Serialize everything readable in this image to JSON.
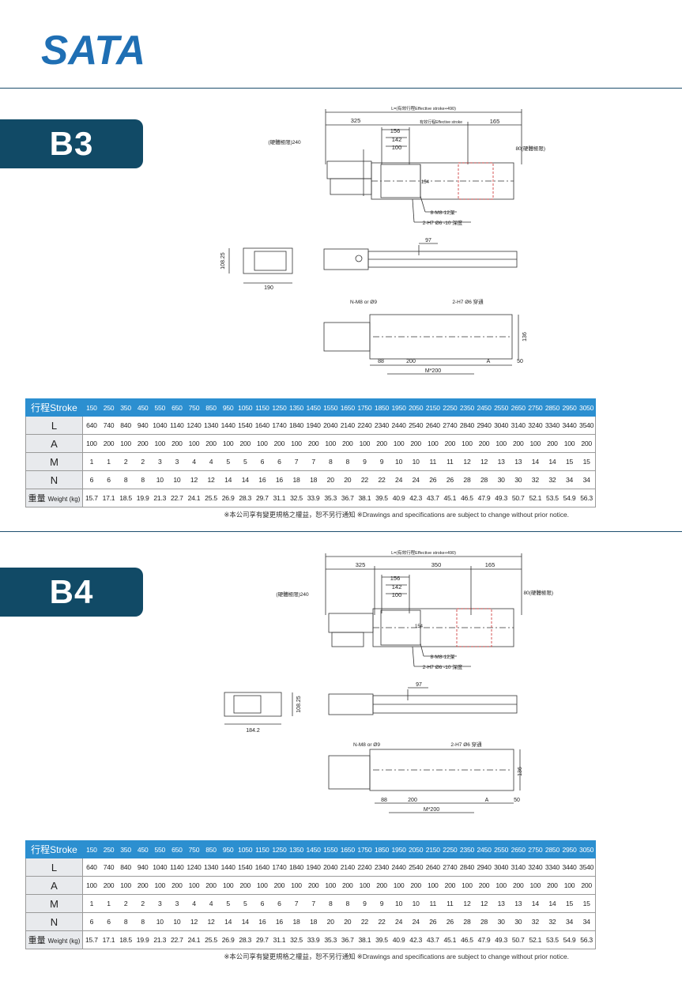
{
  "brand": {
    "logo_text": "SATA",
    "color": "#1f6fb4"
  },
  "colors": {
    "section_tab": "#114a66",
    "table_header": "#2c8fd0",
    "row_header": "#e8eaed",
    "dimension_highlight": "#cc2b2b"
  },
  "sections": [
    {
      "tab_label": "B3",
      "drawing": {
        "overall_length": "L=(有效行程Effective stroke+490)",
        "dim_325": "325",
        "effective_stroke_label": "有效行程Effective stroke",
        "dim_165": "165",
        "dim_156": "156",
        "dim_142": "142",
        "dim_100": "100",
        "hard_limit_left": "(硬體極限)240",
        "hard_limit_right": "80(硬體極限)",
        "dim_154": "154",
        "tap_note": "8-M8-12深",
        "pin_note": "2-H7 Ø6 -10 深度",
        "dim_97": "97",
        "end_height": "108.25",
        "end_width": "190",
        "bottom_holes": "N-M8 or Ø9",
        "bottom_pins": "2-H7 Ø6 穿通",
        "dim_136": "136",
        "dim_88": "88",
        "dim_200": "200",
        "dim_A": "A",
        "dim_50": "50",
        "dim_M": "M*200"
      },
      "table": {
        "header_label": "行程Stroke",
        "strokes": [
          "150",
          "250",
          "350",
          "450",
          "550",
          "650",
          "750",
          "850",
          "950",
          "1050",
          "1150",
          "1250",
          "1350",
          "1450",
          "1550",
          "1650",
          "1750",
          "1850",
          "1950",
          "2050",
          "2150",
          "2250",
          "2350",
          "2450",
          "2550",
          "2650",
          "2750",
          "2850",
          "2950",
          "3050"
        ],
        "rows": [
          {
            "label": "L",
            "values": [
              "640",
              "740",
              "840",
              "940",
              "1040",
              "1140",
              "1240",
              "1340",
              "1440",
              "1540",
              "1640",
              "1740",
              "1840",
              "1940",
              "2040",
              "2140",
              "2240",
              "2340",
              "2440",
              "2540",
              "2640",
              "2740",
              "2840",
              "2940",
              "3040",
              "3140",
              "3240",
              "3340",
              "3440",
              "3540"
            ]
          },
          {
            "label": "A",
            "values": [
              "100",
              "200",
              "100",
              "200",
              "100",
              "200",
              "100",
              "200",
              "100",
              "200",
              "100",
              "200",
              "100",
              "200",
              "100",
              "200",
              "100",
              "200",
              "100",
              "200",
              "100",
              "200",
              "100",
              "200",
              "100",
              "200",
              "100",
              "200",
              "100",
              "200"
            ]
          },
          {
            "label": "M",
            "values": [
              "1",
              "1",
              "2",
              "2",
              "3",
              "3",
              "4",
              "4",
              "5",
              "5",
              "6",
              "6",
              "7",
              "7",
              "8",
              "8",
              "9",
              "9",
              "10",
              "10",
              "11",
              "11",
              "12",
              "12",
              "13",
              "13",
              "14",
              "14",
              "15",
              "15"
            ]
          },
          {
            "label": "N",
            "values": [
              "6",
              "6",
              "8",
              "8",
              "10",
              "10",
              "12",
              "12",
              "14",
              "14",
              "16",
              "16",
              "18",
              "18",
              "20",
              "20",
              "22",
              "22",
              "24",
              "24",
              "26",
              "26",
              "28",
              "28",
              "30",
              "30",
              "32",
              "32",
              "34",
              "34"
            ]
          },
          {
            "label": "重量",
            "label_sub": "Weight (kg)",
            "values": [
              "15.7",
              "17.1",
              "18.5",
              "19.9",
              "21.3",
              "22.7",
              "24.1",
              "25.5",
              "26.9",
              "28.3",
              "29.7",
              "31.1",
              "32.5",
              "33.9",
              "35.3",
              "36.7",
              "38.1",
              "39.5",
              "40.9",
              "42.3",
              "43.7",
              "45.1",
              "46.5",
              "47.9",
              "49.3",
              "50.7",
              "52.1",
              "53.5",
              "54.9",
              "56.3"
            ]
          }
        ]
      },
      "note": "※本公司享有變更規格之權益，恕不另行通知 ※Drawings and specifications are subject to change without prior notice."
    },
    {
      "tab_label": "B4",
      "drawing": {
        "overall_length": "L=(有效行程Effective stroke+490)",
        "dim_325": "325",
        "dim_350": "350",
        "dim_165": "165",
        "dim_156": "156",
        "dim_142": "142",
        "dim_100": "100",
        "hard_limit_left": "(硬體極限)240",
        "hard_limit_right": "80(硬體極限)",
        "dim_154": "154",
        "tap_note": "8-M8-12深",
        "pin_note": "2-H7 Ø6 -10 深度",
        "dim_97": "97",
        "end_height": "108.25",
        "end_width": "184.2",
        "bottom_holes": "N-M8 or Ø9",
        "bottom_pins": "2-H7 Ø6 穿通",
        "dim_136": "136",
        "dim_88": "88",
        "dim_200": "200",
        "dim_A": "A",
        "dim_50": "50",
        "dim_M": "M*200"
      },
      "table": {
        "header_label": "行程Stroke",
        "strokes": [
          "150",
          "250",
          "350",
          "450",
          "550",
          "650",
          "750",
          "850",
          "950",
          "1050",
          "1150",
          "1250",
          "1350",
          "1450",
          "1550",
          "1650",
          "1750",
          "1850",
          "1950",
          "2050",
          "2150",
          "2250",
          "2350",
          "2450",
          "2550",
          "2650",
          "2750",
          "2850",
          "2950",
          "3050"
        ],
        "rows": [
          {
            "label": "L",
            "values": [
              "640",
              "740",
              "840",
              "940",
              "1040",
              "1140",
              "1240",
              "1340",
              "1440",
              "1540",
              "1640",
              "1740",
              "1840",
              "1940",
              "2040",
              "2140",
              "2240",
              "2340",
              "2440",
              "2540",
              "2640",
              "2740",
              "2840",
              "2940",
              "3040",
              "3140",
              "3240",
              "3340",
              "3440",
              "3540"
            ]
          },
          {
            "label": "A",
            "values": [
              "100",
              "200",
              "100",
              "200",
              "100",
              "200",
              "100",
              "200",
              "100",
              "200",
              "100",
              "200",
              "100",
              "200",
              "100",
              "200",
              "100",
              "200",
              "100",
              "200",
              "100",
              "200",
              "100",
              "200",
              "100",
              "200",
              "100",
              "200",
              "100",
              "200"
            ]
          },
          {
            "label": "M",
            "values": [
              "1",
              "1",
              "2",
              "2",
              "3",
              "3",
              "4",
              "4",
              "5",
              "5",
              "6",
              "6",
              "7",
              "7",
              "8",
              "8",
              "9",
              "9",
              "10",
              "10",
              "11",
              "11",
              "12",
              "12",
              "13",
              "13",
              "14",
              "14",
              "15",
              "15"
            ]
          },
          {
            "label": "N",
            "values": [
              "6",
              "6",
              "8",
              "8",
              "10",
              "10",
              "12",
              "12",
              "14",
              "14",
              "16",
              "16",
              "18",
              "18",
              "20",
              "20",
              "22",
              "22",
              "24",
              "24",
              "26",
              "26",
              "28",
              "28",
              "30",
              "30",
              "32",
              "32",
              "34",
              "34"
            ]
          },
          {
            "label": "重量",
            "label_sub": "Weight (kg)",
            "values": [
              "15.7",
              "17.1",
              "18.5",
              "19.9",
              "21.3",
              "22.7",
              "24.1",
              "25.5",
              "26.9",
              "28.3",
              "29.7",
              "31.1",
              "32.5",
              "33.9",
              "35.3",
              "36.7",
              "38.1",
              "39.5",
              "40.9",
              "42.3",
              "43.7",
              "45.1",
              "46.5",
              "47.9",
              "49.3",
              "50.7",
              "52.1",
              "53.5",
              "54.9",
              "56.3"
            ]
          }
        ]
      },
      "note": "※本公司享有變更規格之權益，恕不另行通知 ※Drawings and specifications are subject to change without prior notice."
    }
  ]
}
